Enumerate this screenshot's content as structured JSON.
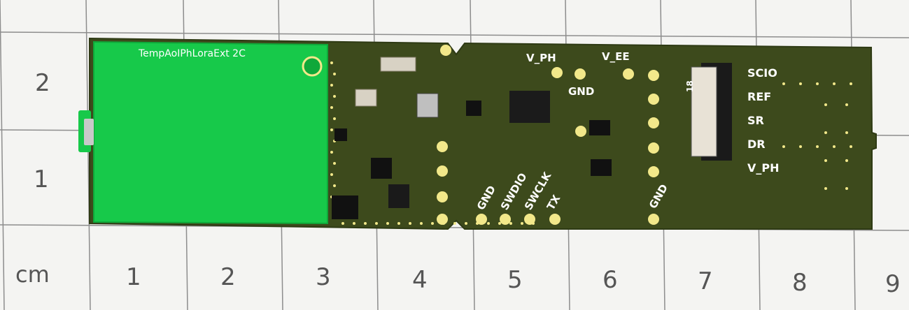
{
  "board": {
    "title": "TempAoIPhLoraExt 2C",
    "colors": {
      "pcb": "#3d4a1c",
      "pcb_edge": "#2e3a14",
      "antenna": "#17c94a",
      "antenna_edge": "#0fa83a",
      "pad": "#f2e88a",
      "silk": "#ffffff",
      "grid_line": "#8d8d8d",
      "background": "#f4f4f2"
    },
    "connector_labels": [
      "SCIO",
      "REF",
      "SR",
      "DR",
      "V_PH"
    ],
    "top_labels": {
      "v_ph": "V_PH",
      "v_ee": "V_EE",
      "gnd": "GND"
    },
    "bottom_labels": {
      "gnd_left": "GND",
      "swdio": "SWDIO",
      "swclk": "SWCLK",
      "tx": "TX",
      "gnd_right": "GND"
    },
    "connector_pin_mark": "18"
  },
  "ruler": {
    "unit": "cm",
    "x_numbers": [
      "1",
      "2",
      "3",
      "4",
      "5",
      "6",
      "7",
      "8",
      "9"
    ],
    "y_numbers": [
      "2",
      "1"
    ]
  }
}
